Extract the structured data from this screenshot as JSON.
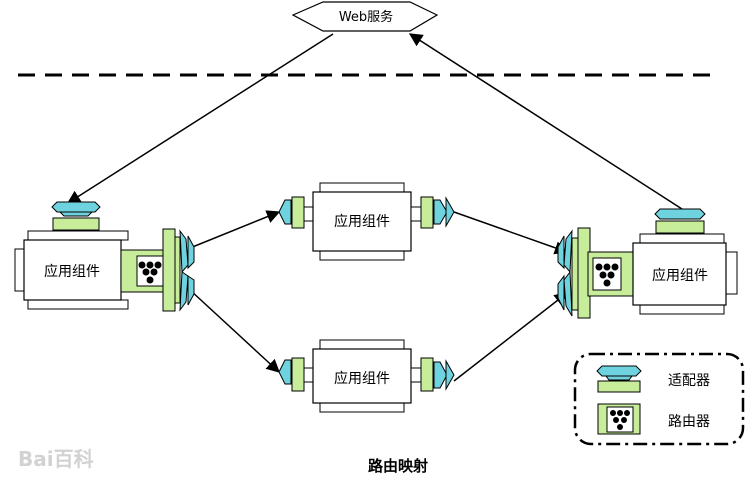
{
  "web_service": {
    "label": "Web服务"
  },
  "components": {
    "left": {
      "label": "应用组件"
    },
    "top": {
      "label": "应用组件"
    },
    "bottom": {
      "label": "应用组件"
    },
    "right": {
      "label": "应用组件"
    }
  },
  "legend": {
    "adapter_label": "适配器",
    "router_label": "路由器"
  },
  "caption": "路由映射",
  "watermark": "Bai百科",
  "colors": {
    "adapter": "#6fd3df",
    "router": "#c7ec9a",
    "frame": "#000000",
    "line": "#000000"
  },
  "icons": [
    "adapter-icon",
    "router-icon",
    "arrow-icon"
  ]
}
